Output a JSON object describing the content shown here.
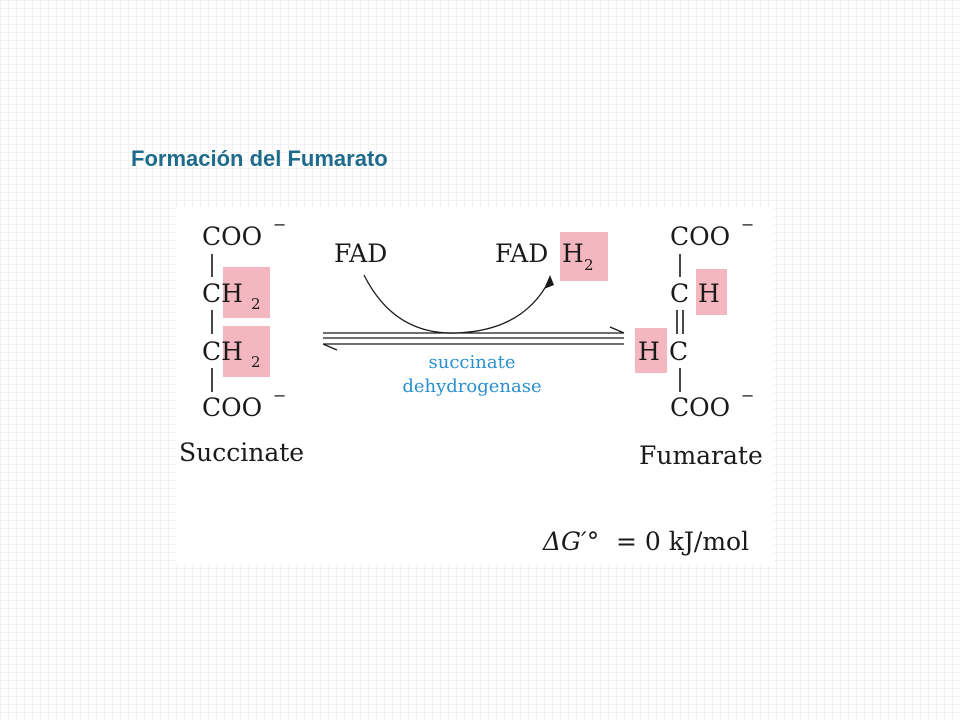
{
  "title": "Formación del Fumarato",
  "reaction": {
    "substrate": {
      "top": "COO",
      "mid1": "CH",
      "mid1_sub": "2",
      "mid2": "CH",
      "mid2_sub": "2",
      "bottom": "COO",
      "charge": "−",
      "name": "Succinate"
    },
    "product": {
      "top": "COO",
      "ch_c": "C",
      "ch_h": "H",
      "hc_h": "H",
      "hc_c": "C",
      "bottom": "COO",
      "charge": "−",
      "name": "Fumarate"
    },
    "cofactor_in": "FAD",
    "cofactor_out": "FAD",
    "cofactor_out_h": "H",
    "cofactor_out_sub": "2",
    "enzyme_line1": "succinate",
    "enzyme_line2": "dehydrogenase",
    "delta_g_symbol": "ΔG′°",
    "delta_g_value": "= 0 kJ/mol"
  },
  "colors": {
    "title": "#1f6b8c",
    "highlight": "#f4b6bf",
    "enzyme": "#2a8fcf"
  }
}
